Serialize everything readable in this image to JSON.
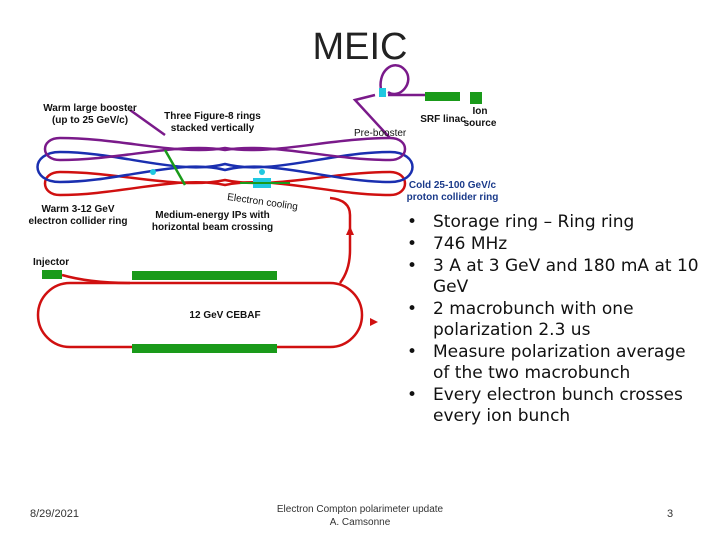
{
  "slide": {
    "title": "MEIC",
    "footer_date": "8/29/2021",
    "footer_title_line1": "Electron Compton polarimeter update",
    "footer_title_line2": "A. Camsonne",
    "page_number": "3"
  },
  "diagram": {
    "labels": {
      "warm_large_booster_1": "Warm large booster",
      "warm_large_booster_2": "(up to 25 GeV/c)",
      "figure8_1": "Three Figure-8 rings",
      "figure8_2": "stacked vertically",
      "srf_linac": "SRF linac",
      "ion_source_1": "Ion",
      "ion_source_2": "source",
      "pre_booster": "Pre-booster",
      "cold_ring_1": "Cold 25-100 GeV/c",
      "cold_ring_2": "proton collider ring",
      "electron_cooling": "Electron cooling",
      "warm_electron_1": "Warm 3-12 GeV",
      "warm_electron_2": "electron collider ring",
      "medium_ips_1": "Medium-energy IPs with",
      "medium_ips_2": "horizontal beam crossing",
      "injector": "Injector",
      "cebaf": "12 GeV CEBAF"
    },
    "colors": {
      "electron_ring": "#d01010",
      "ion_ring": "#1a2fb0",
      "booster_ring": "#7a1a8a",
      "linac": "#1a9a1a",
      "cooling": "#20c8e0"
    }
  },
  "bullets": [
    "Storage ring – Ring ring",
    "746 MHz",
    "3 A at 3 GeV and 180 mA at 10 GeV",
    "2 macrobunch with one polarization 2.3 us",
    "Measure polarization average of the two macrobunch",
    "Every electron bunch crosses every ion bunch"
  ]
}
